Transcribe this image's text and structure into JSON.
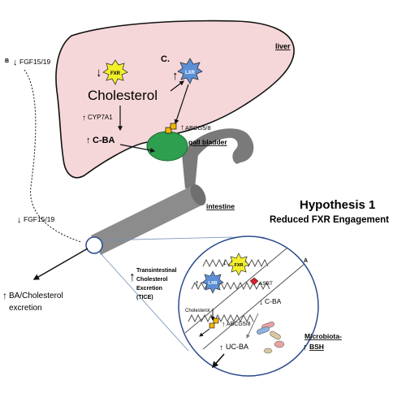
{
  "labels": {
    "panel_b": "B",
    "panel_a": "A",
    "fgf_top": "FGF15/19",
    "fgf_mid": "FGF15/19",
    "liver": "liver",
    "fxr": "FXR",
    "lxr": "LXR",
    "fxr_inset": "FXR",
    "lxr_inset": "LXR",
    "c_dot": "C.",
    "cholesterol": "Cholesterol",
    "cyp7a1": "CYP7A1",
    "c_ba": "C-BA",
    "abcg": "ABCG5/8",
    "gall_bladder": "gall bladder",
    "intestine": "intestine",
    "ba_excretion_1": "BA/Cholesterol",
    "ba_excretion_2": "excretion",
    "tice_1": "Transintestinal",
    "tice_2": "Cholesterol",
    "tice_3": "Excretion",
    "tice_4": "(TICE)",
    "inset_cholesterol": "Cholesterol",
    "inset_abcg": "ABCG5/8",
    "asbt": "ASBT",
    "inset_cba": "C-BA",
    "uc_ba": "UC-BA",
    "microbiota": "Microbiota-",
    "bsh": "BSH",
    "hypothesis_title": "Hypothesis 1",
    "hypothesis_sub": "Reduced FXR Engagement"
  },
  "arrows": {
    "up": "↑",
    "down": "↓"
  },
  "colors": {
    "liver_fill": "#f6d7d9",
    "gall_bladder": "#2e9e4f",
    "duct": "#7a7a7a",
    "intestine": "#8c8c8c",
    "fxr_star": "#f3f02a",
    "lxr_star": "#5b8fd6",
    "transporter": "#f2b705",
    "asbt": "#d3212c",
    "microbe_blue": "#8db3e2",
    "microbe_pink": "#e7a2a2",
    "microbe_tan": "#d9c7a2"
  }
}
